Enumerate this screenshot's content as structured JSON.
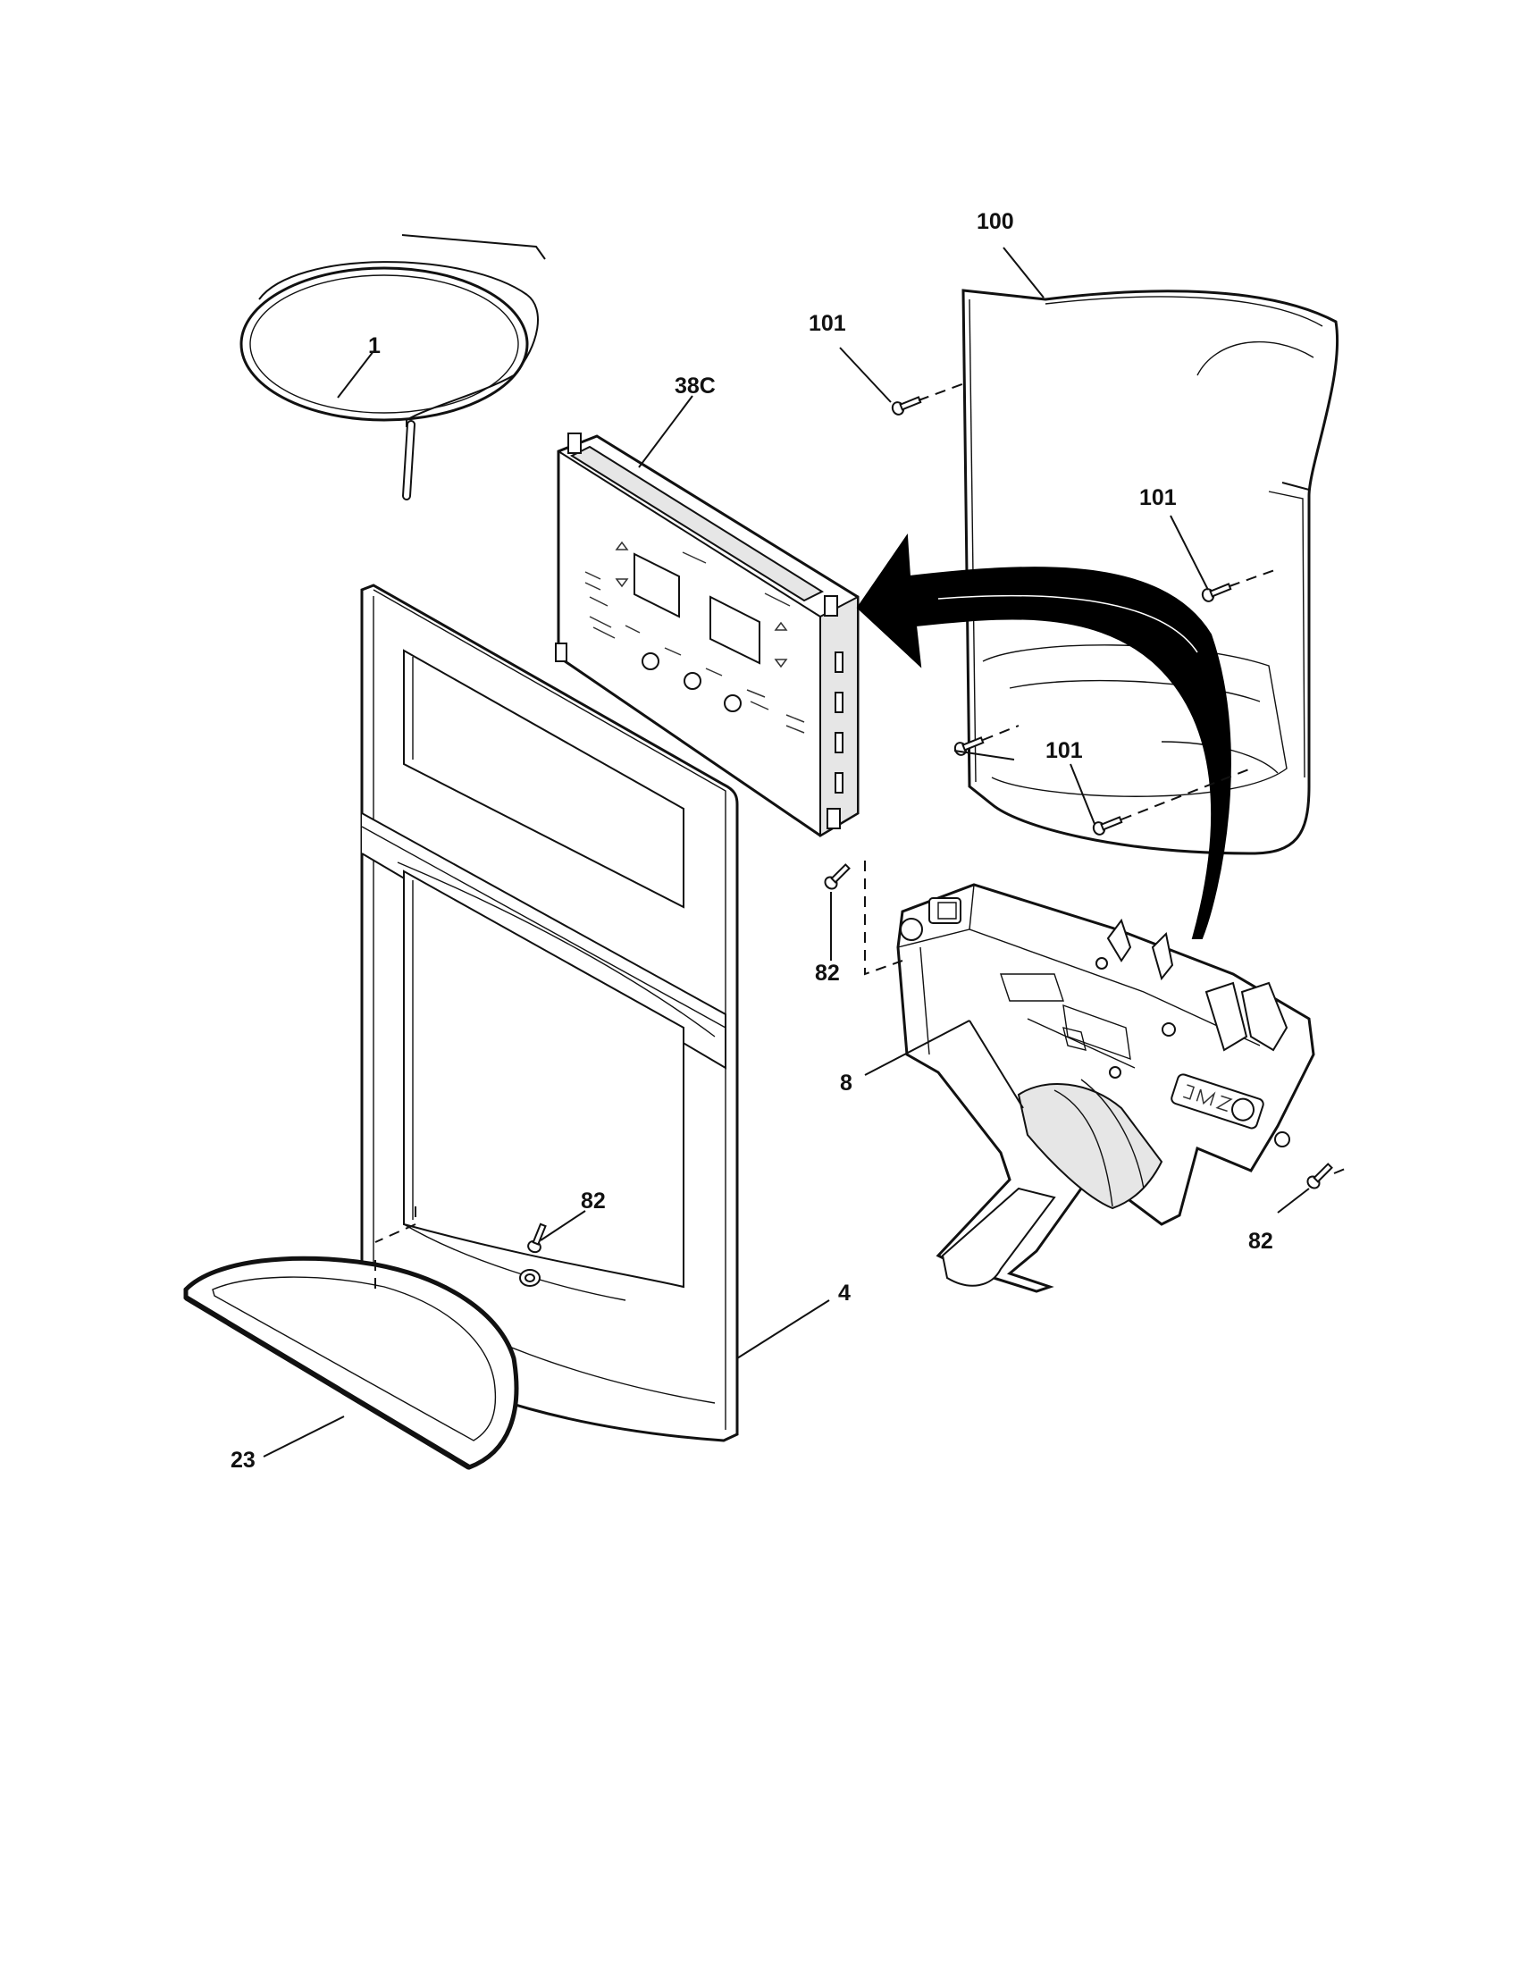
{
  "callouts": [
    {
      "id": "c1",
      "label": "1"
    },
    {
      "id": "c38c",
      "label": "38C"
    },
    {
      "id": "c100",
      "label": "100"
    },
    {
      "id": "c101a",
      "label": "101"
    },
    {
      "id": "c101b",
      "label": "101"
    },
    {
      "id": "c101c",
      "label": "101"
    },
    {
      "id": "c82a",
      "label": "82"
    },
    {
      "id": "c8",
      "label": "8"
    },
    {
      "id": "c82b",
      "label": "82"
    },
    {
      "id": "c82c",
      "label": "82"
    },
    {
      "id": "c4",
      "label": "4"
    },
    {
      "id": "c23",
      "label": "23"
    }
  ],
  "icons": {
    "arrow": "curved-arrow-icon",
    "screw": "screw-icon"
  }
}
